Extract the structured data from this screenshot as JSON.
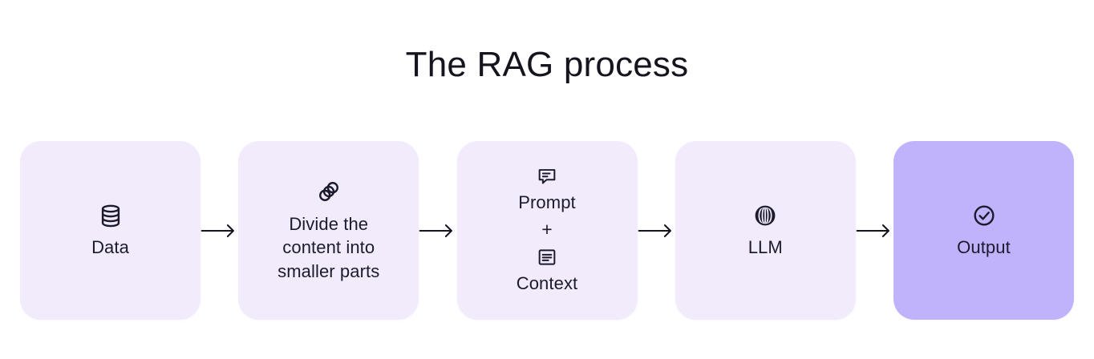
{
  "title": "The RAG process",
  "theme": {
    "background": "#ffffff",
    "box_fill": "#f1ebfb",
    "box_fill_accent": "#c0b3fc",
    "text": "#1c1b2e",
    "arrow": "#14131e"
  },
  "steps": [
    {
      "id": "data",
      "icon": "database-icon",
      "label": "Data",
      "accent": false
    },
    {
      "id": "chunking",
      "icon": "chunks-icon",
      "label": "Divide the\ncontent into\nsmaller parts",
      "accent": false
    },
    {
      "id": "prompt-context",
      "icon_prompt": "speech-bubble-icon",
      "label_prompt": "Prompt",
      "operator": "+",
      "icon_context": "document-icon",
      "label_context": "Context",
      "accent": false
    },
    {
      "id": "llm",
      "icon": "sphere-icon",
      "label": "LLM",
      "accent": false
    },
    {
      "id": "output",
      "icon": "check-circle-icon",
      "label": "Output",
      "accent": true
    }
  ],
  "connectors": [
    {
      "id": "arrow-1",
      "icon": "arrow-right-icon"
    },
    {
      "id": "arrow-2",
      "icon": "arrow-right-icon"
    },
    {
      "id": "arrow-3",
      "icon": "arrow-right-icon"
    },
    {
      "id": "arrow-4",
      "icon": "arrow-right-icon"
    }
  ]
}
